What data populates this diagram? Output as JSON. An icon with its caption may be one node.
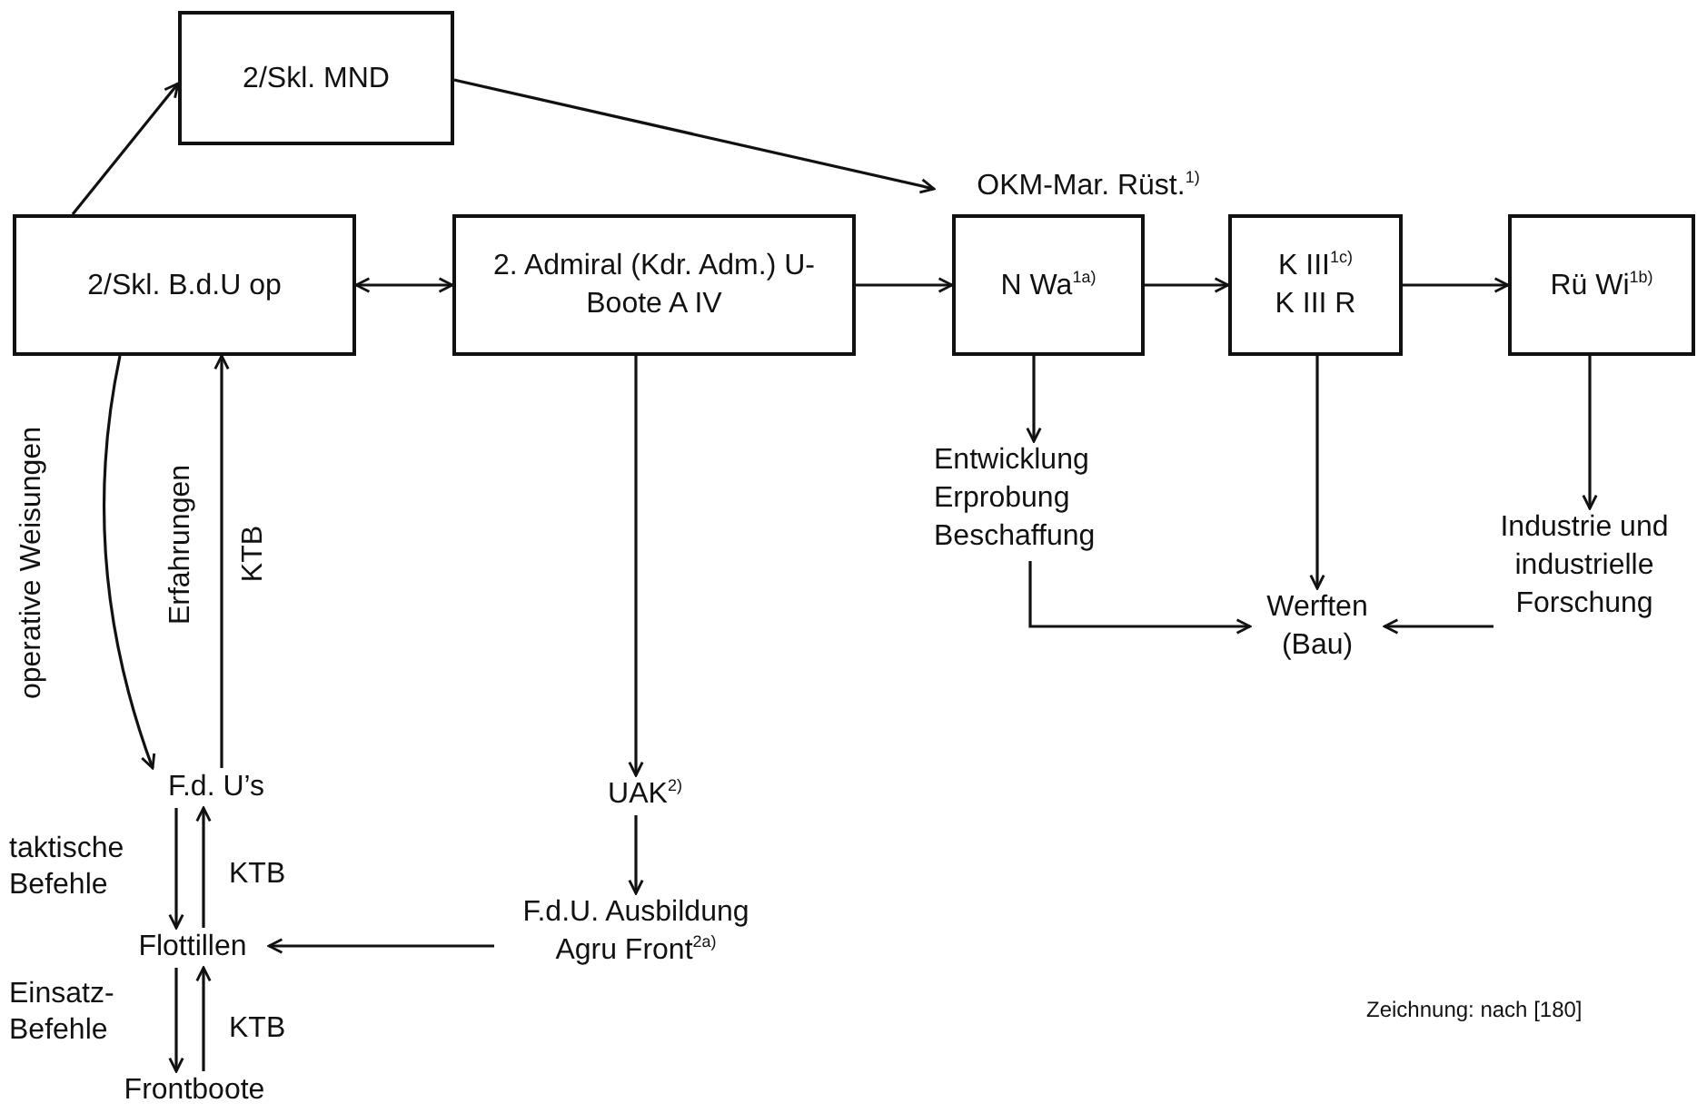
{
  "diagram": {
    "nodes": [
      {
        "text": [
          "2/Skl. MND"
        ]
      },
      {
        "text": [
          "OKM-Mar. Rüst.$^{1)}$"
        ]
      },
      {
        "text": [
          "2/Skl. B.d.U op"
        ]
      },
      {
        "text": [
          "2. Admiral (Kdr. Adm.) U-Boote A IV"
        ]
      },
      {
        "text": [
          "N Wa$^{1a)}$"
        ]
      },
      {
        "text": [
          "K III$^{1c)}$",
          "K III R"
        ]
      },
      {
        "text": [
          "Rü Wi$^{1b)}$"
        ]
      },
      {
        "text": [
          "Entwicklung Erprobung Beschaffung"
        ]
      },
      {
        "text": [
          "Werften (Bau)"
        ]
      },
      {
        "text": [
          "Industrie und industrielle Forschung"
        ]
      },
      {
        "text": [
          "F.d. U’s"
        ]
      },
      {
        "text": [
          "UAK$^{2)}$"
        ]
      },
      {
        "text": [
          "F.d.U. Ausbildung Agru Front$^{2a)}$"
        ]
      },
      {
        "text": [
          "Flottillen"
        ]
      },
      {
        "text": [
          "Frontboote"
        ]
      }
    ],
    "edges": [
      {
        "from": 2,
        "to": 0,
        "arrow": "to"
      },
      {
        "from": 0,
        "to": 1,
        "arrow": "to"
      },
      {
        "from": 2,
        "to": 3,
        "arrow": "both"
      },
      {
        "from": 3,
        "to": 4,
        "arrow": "to"
      },
      {
        "from": 4,
        "to": 5,
        "arrow": "to"
      },
      {
        "from": 5,
        "to": 6,
        "arrow": "to"
      },
      {
        "from": 4,
        "to": 7,
        "arrow": "to"
      },
      {
        "from": 5,
        "to": 8,
        "arrow": "to"
      },
      {
        "from": 6,
        "to": 9,
        "arrow": "to"
      },
      {
        "from": 7,
        "to": 8,
        "arrow": "to"
      },
      {
        "from": 9,
        "to": 8,
        "arrow": "to"
      },
      {
        "from": 2,
        "to": 10,
        "arrow": "to",
        "label": "operative Weisungen"
      },
      {
        "from": 10,
        "to": 2,
        "arrow": "to",
        "label": "Erfahrungen"
      },
      {
        "from": 3,
        "to": 11,
        "arrow": "to"
      },
      {
        "from": 11,
        "to": 12,
        "arrow": "to"
      },
      {
        "from": 12,
        "to": 13,
        "arrow": "to"
      },
      {
        "from": 10,
        "to": 13,
        "arrow": "to",
        "label": "taktische Befehle"
      },
      {
        "from": 13,
        "to": 10,
        "arrow": "to",
        "label": "KTB"
      },
      {
        "from": 13,
        "to": 14,
        "arrow": "to",
        "label": "Einsatz- Befehle"
      },
      {
        "from": 14,
        "to": 13,
        "arrow": "to",
        "label": "KTB"
      }
    ],
    "labels": [
      "KTB",
      "Zeichnung: nach [180]"
    ]
  }
}
